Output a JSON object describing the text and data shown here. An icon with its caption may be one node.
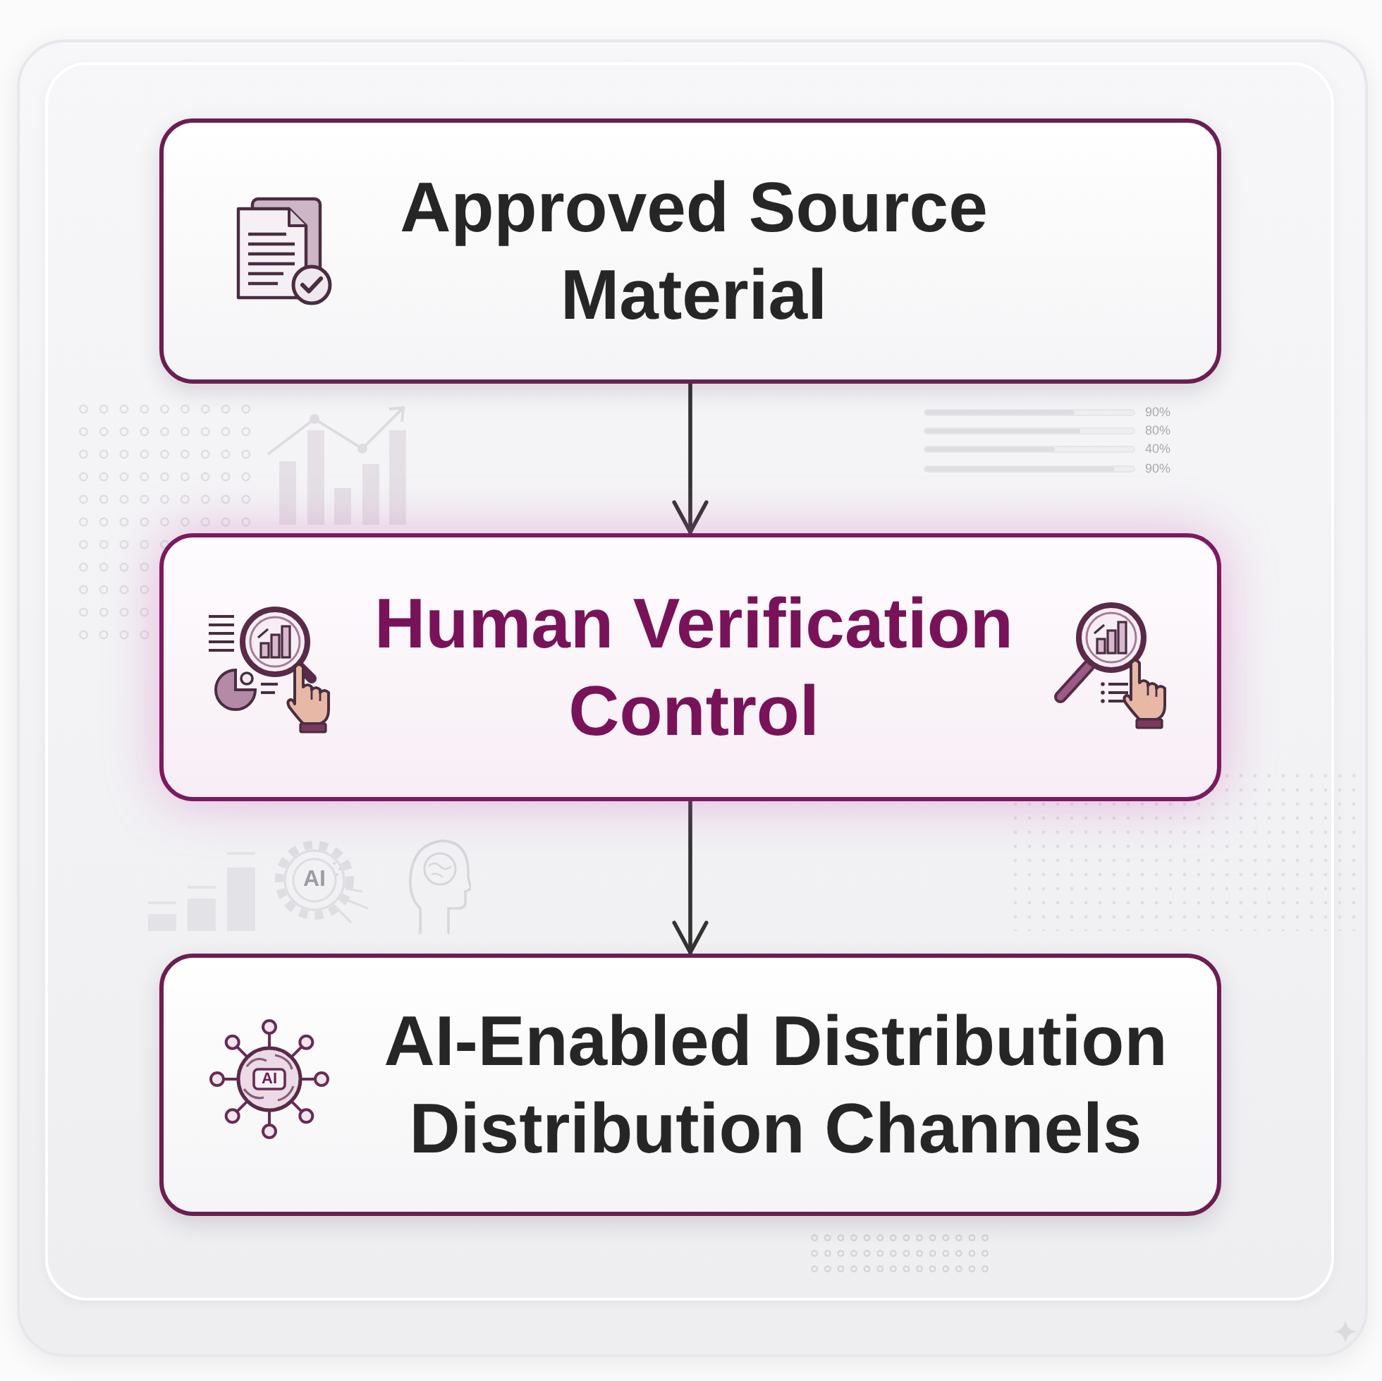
{
  "diagram": {
    "nodes": [
      {
        "text": [
          "Approved Source Material"
        ]
      },
      {
        "text": [
          "Human Verification Control"
        ]
      },
      {
        "text": [
          "AI-Enabled Distribution Distribution Channels"
        ]
      }
    ],
    "edges": [
      {
        "from": 0,
        "to": 1,
        "arrow": "to"
      },
      {
        "from": 1,
        "to": 2,
        "arrow": "to"
      }
    ],
    "labels": [
      "90%",
      "80%",
      "40%",
      "90%",
      "AI",
      "AI"
    ]
  }
}
